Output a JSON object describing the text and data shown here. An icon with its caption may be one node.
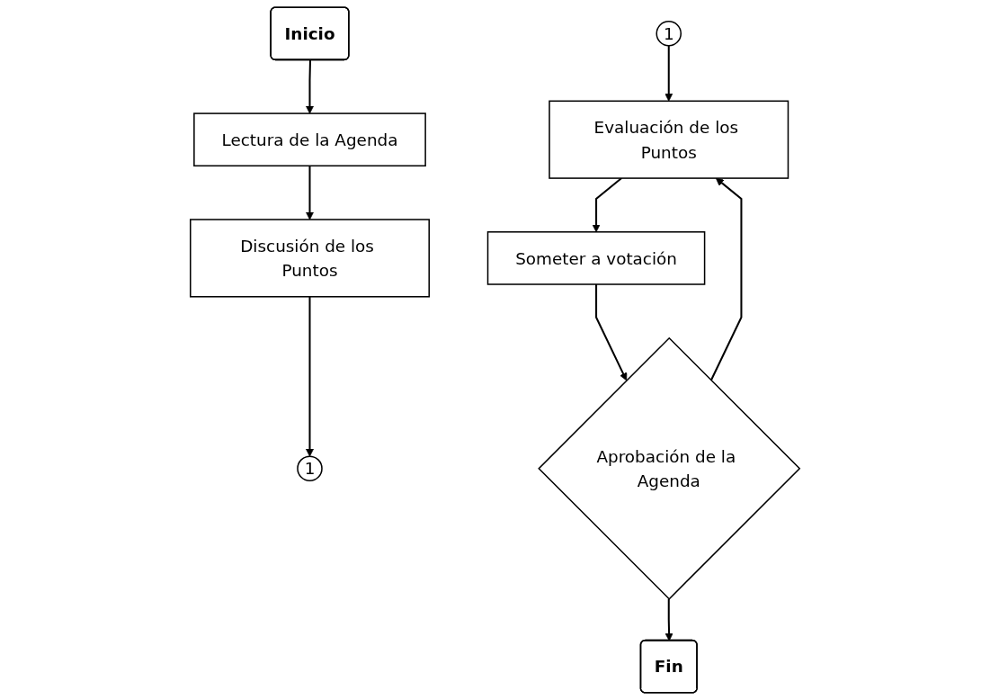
{
  "diagram": {
    "nodes": [
      {
        "text": [
          "Inicio"
        ]
      },
      {
        "text": [
          "Lectura de la Agenda"
        ]
      },
      {
        "text": [
          "Discusión de los Puntos"
        ]
      },
      {
        "text": [
          "1"
        ]
      },
      {
        "text": [
          "1"
        ]
      },
      {
        "text": [
          "Evaluación de los Puntos"
        ]
      },
      {
        "text": [
          "Someter a votación"
        ]
      },
      {
        "text": [
          "Aprobación de la Agenda"
        ]
      },
      {
        "text": [
          "Fin"
        ]
      }
    ],
    "edges": [
      {
        "from": 0,
        "to": 1,
        "arrow": "to"
      },
      {
        "from": 1,
        "to": 2,
        "arrow": "to"
      },
      {
        "from": 2,
        "to": 3,
        "arrow": "to"
      },
      {
        "from": 4,
        "to": 5,
        "arrow": "to"
      },
      {
        "from": 5,
        "to": 6,
        "arrow": "to"
      },
      {
        "from": 6,
        "to": 7,
        "arrow": "to"
      },
      {
        "from": 7,
        "to": 8,
        "arrow": "to"
      },
      {
        "from": 7,
        "to": 5,
        "arrow": "to"
      }
    ]
  }
}
